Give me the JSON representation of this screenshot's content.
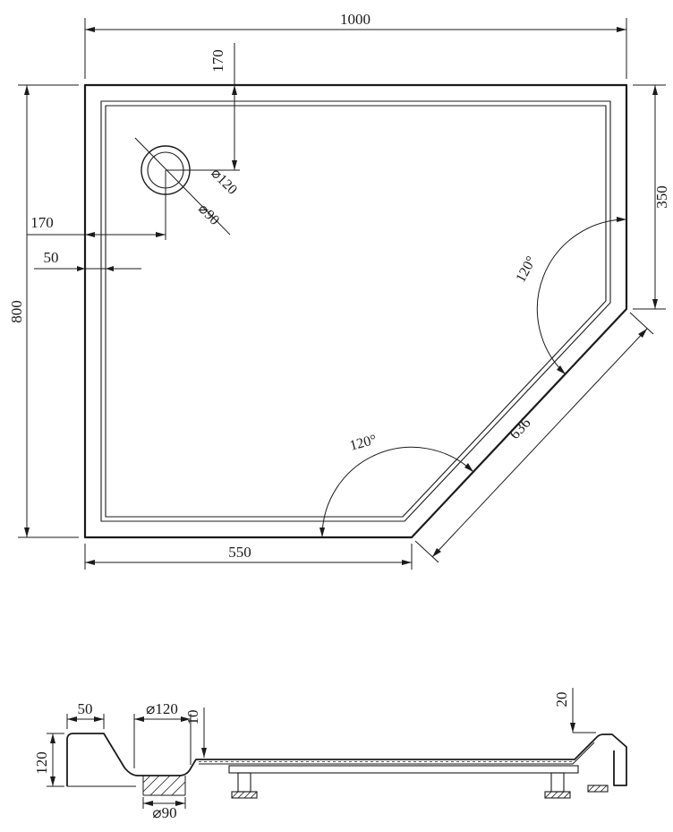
{
  "colors": {
    "ink": "#1b1b1b",
    "bg": "#ffffff"
  },
  "plan": {
    "dims": {
      "overall_width": "1000",
      "overall_height": "800",
      "drain_from_top": "170",
      "drain_from_left": "170",
      "rim_width": "50",
      "right_edge": "350",
      "diagonal_edge": "636",
      "bottom_edge": "550",
      "corner_angle_right": "120°",
      "corner_angle_bottom": "120°",
      "drain_outer_dia": "⌀120",
      "drain_inner_dia": "⌀90"
    }
  },
  "section": {
    "dims": {
      "rim_width": "50",
      "drain_top_dia": "⌀120",
      "floor_step": "10",
      "edge_height": "20",
      "tray_height": "120",
      "drain_bottom_dia": "⌀90"
    }
  }
}
